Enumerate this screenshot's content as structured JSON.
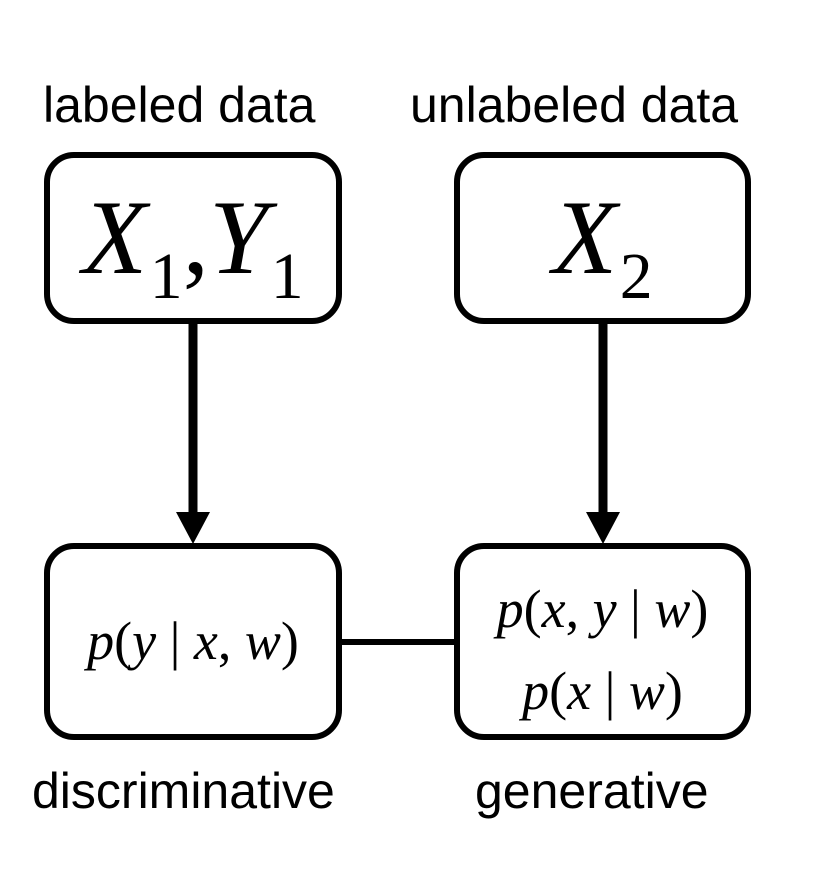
{
  "captions": {
    "labeled": "labeled data",
    "unlabeled": "unlabeled data",
    "discriminative": "discriminative",
    "generative": "generative"
  },
  "formulas": {
    "box_labeled": {
      "v1": "X",
      "s1": "1",
      "comma": ",",
      "v2": "Y",
      "s2": "1"
    },
    "box_unlabeled": {
      "v1": "X",
      "s1": "2"
    },
    "discriminative": {
      "p": "p",
      "open": "(",
      "y": "y",
      "bar": " | ",
      "x": "x",
      "comma": ", ",
      "w": "w",
      "close": ")"
    },
    "generative_joint": {
      "p": "p",
      "open": "(",
      "x": "x",
      "comma": ", ",
      "y": "y",
      "bar": " | ",
      "w": "w",
      "close": ")"
    },
    "generative_marginal": {
      "p": "p",
      "open": "(",
      "x": "x",
      "bar": " | ",
      "w": "w",
      "close": ")"
    }
  },
  "edges": [
    {
      "from": "labeled-data-box",
      "to": "discriminative-box",
      "type": "arrow"
    },
    {
      "from": "unlabeled-data-box",
      "to": "generative-box",
      "type": "arrow"
    },
    {
      "from": "discriminative-box",
      "to": "generative-box",
      "type": "line"
    }
  ]
}
